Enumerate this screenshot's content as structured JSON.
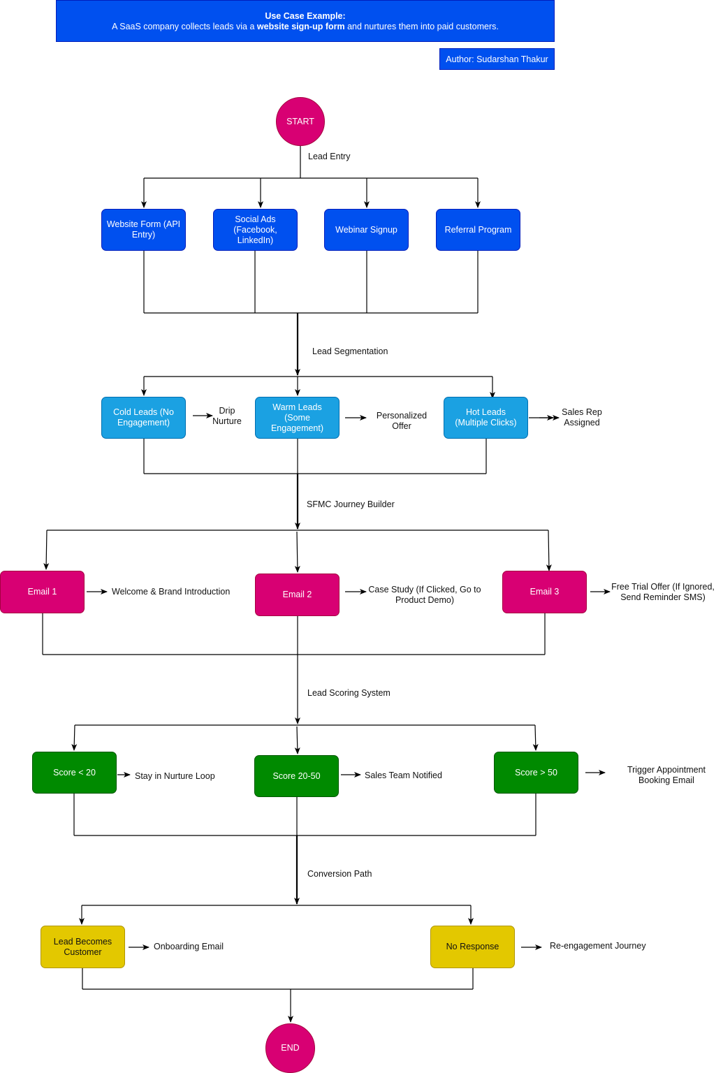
{
  "header": {
    "use_case_title": "Use Case Example:",
    "use_case_pre": "A SaaS company collects leads via a ",
    "use_case_bold": "website sign-up form",
    "use_case_post": " and nurtures them into paid customers.",
    "author": "Author: Sudarshan Thakur"
  },
  "terminals": {
    "start": "START",
    "end": "END"
  },
  "edge_labels": {
    "lead_entry": "Lead Entry",
    "lead_segmentation": "Lead Segmentation",
    "journey_builder": "SFMC Journey Builder",
    "lead_scoring": "Lead Scoring System",
    "conversion_path": "Conversion Path"
  },
  "sources": {
    "website_form": "Website Form (API Entry)",
    "social_ads": "Social Ads (Facebook, LinkedIn)",
    "webinar": "Webinar Signup",
    "referral": "Referral Program"
  },
  "segments": {
    "cold": "Cold Leads (No Engagement)",
    "cold_action": "Drip Nurture",
    "warm": "Warm Leads (Some Engagement)",
    "warm_action": "Personalized Offer",
    "hot": "Hot Leads (Multiple Clicks)",
    "hot_action": "Sales Rep Assigned"
  },
  "emails": {
    "email1": "Email 1",
    "email1_action": "Welcome & Brand Introduction",
    "email2": "Email 2",
    "email2_action": "Case Study (If Clicked, Go to Product Demo)",
    "email3": "Email 3",
    "email3_action": "Free Trial Offer (If Ignored, Send Reminder SMS)"
  },
  "scores": {
    "low": "Score < 20",
    "low_action": "Stay in Nurture Loop",
    "mid": "Score 20-50",
    "mid_action": "Sales Team Notified",
    "high": "Score > 50",
    "high_action": "Trigger Appointment Booking Email"
  },
  "outcomes": {
    "customer": "Lead Becomes Customer",
    "customer_action": "Onboarding Email",
    "no_response": "No Response",
    "no_response_action": "Re-engagement Journey"
  },
  "colors": {
    "blue": "#0050ef",
    "cyan": "#1ba1e2",
    "pink": "#d80073",
    "green": "#008a00",
    "yellow": "#e3c800"
  }
}
